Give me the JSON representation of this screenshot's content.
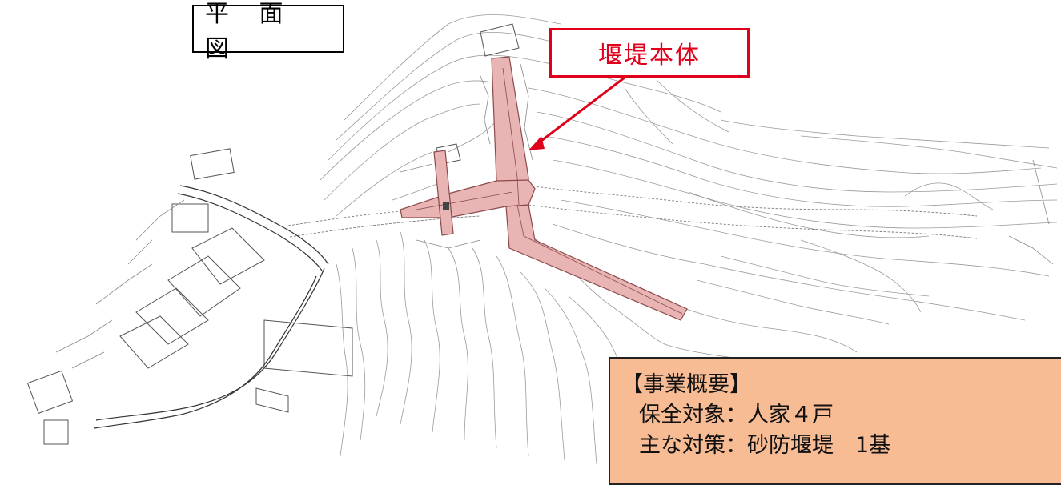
{
  "title": "平 面 図",
  "callout": {
    "label": "堰堤本体",
    "color": "#e0001b"
  },
  "overview": {
    "heading": "【事業概要】",
    "line1": "保全対象：人家４戸",
    "line2": "主な対策：砂防堰堤　1基",
    "background": "#f8bc94"
  },
  "dam_fill_color": "#e8b4b4"
}
